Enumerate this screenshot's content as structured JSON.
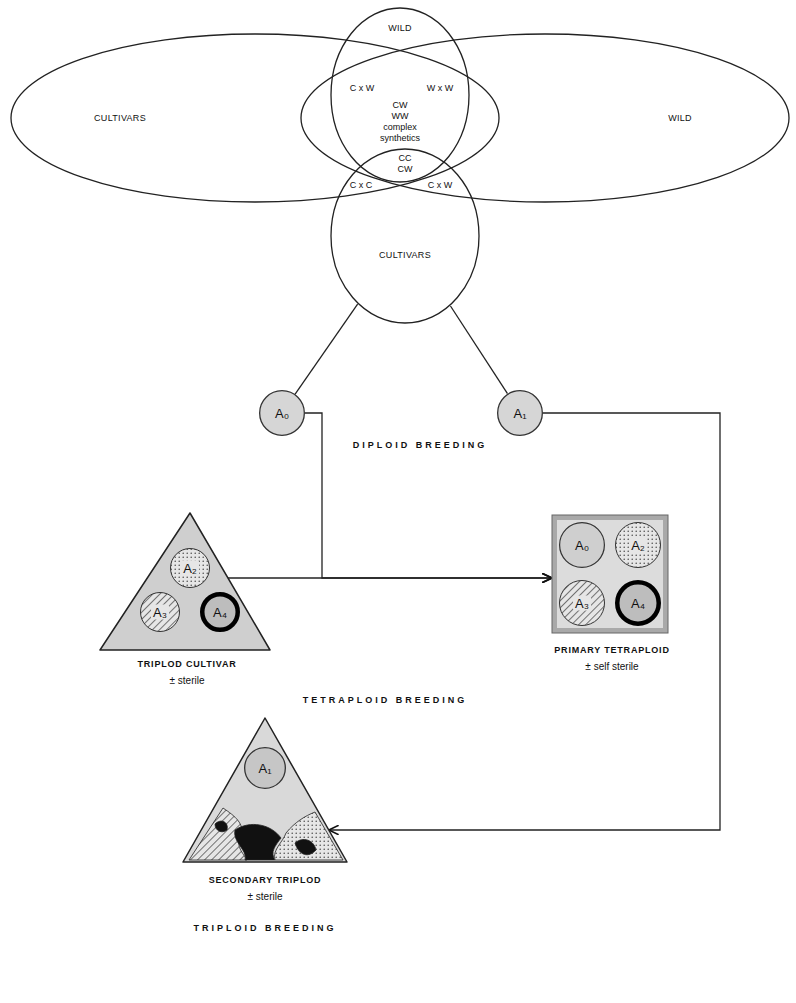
{
  "diagram": {
    "nodes": [
      {
        "text": [
          "WILD"
        ]
      },
      {
        "text": [
          "CULTIVARS"
        ]
      },
      {
        "text": [
          "WILD"
        ]
      },
      {
        "text": [
          "CULTIVARS"
        ]
      },
      {
        "text": [
          "A₀"
        ]
      },
      {
        "text": [
          "A₁"
        ]
      },
      {
        "text": [
          "TRIPLOD CULTIVAR",
          "± sterile"
        ]
      },
      {
        "text": [
          "A₂"
        ],
        "in": 6
      },
      {
        "text": [
          "A₃"
        ],
        "in": 6
      },
      {
        "text": [
          "A₄"
        ],
        "in": 6
      },
      {
        "text": [
          "PRIMARY TETRAPLOID",
          "± self sterile"
        ]
      },
      {
        "text": [
          "A₀"
        ],
        "in": 10
      },
      {
        "text": [
          "A₂"
        ],
        "in": 10
      },
      {
        "text": [
          "A₃"
        ],
        "in": 10
      },
      {
        "text": [
          "A₄"
        ],
        "in": 10
      },
      {
        "text": [
          "SECONDARY TRIPLOD",
          "± sterile"
        ]
      },
      {
        "text": [
          "A₁"
        ],
        "in": 15
      }
    ],
    "edges": [
      {
        "from": 3,
        "to": 4,
        "arrow": "none"
      },
      {
        "from": 3,
        "to": 5,
        "arrow": "none"
      },
      {
        "from": 4,
        "to": 10,
        "arrow": "to"
      },
      {
        "from": 6,
        "to": 10,
        "arrow": "to"
      },
      {
        "from": 5,
        "to": 15,
        "arrow": "to"
      }
    ],
    "labels": [
      "C x W",
      "W x W",
      "CW",
      "WW",
      "complex",
      "synthetics",
      "CC",
      "CW",
      "C x C",
      "C x W",
      "DIPLOID BREEDING",
      "TETRAPLOID BREEDING",
      "TRIPLOID BREEDING"
    ]
  }
}
